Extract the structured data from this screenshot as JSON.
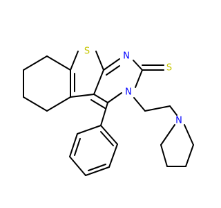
{
  "atoms": {
    "S_ring": "S",
    "N_ring": "N",
    "S_thione": "S",
    "N_ring3": "N",
    "N_pyrrolidine": "N"
  },
  "colors": {
    "bond": "#000000",
    "sulfur": "#c6c600",
    "nitrogen": "#0000ff",
    "background": "#ffffff"
  }
}
